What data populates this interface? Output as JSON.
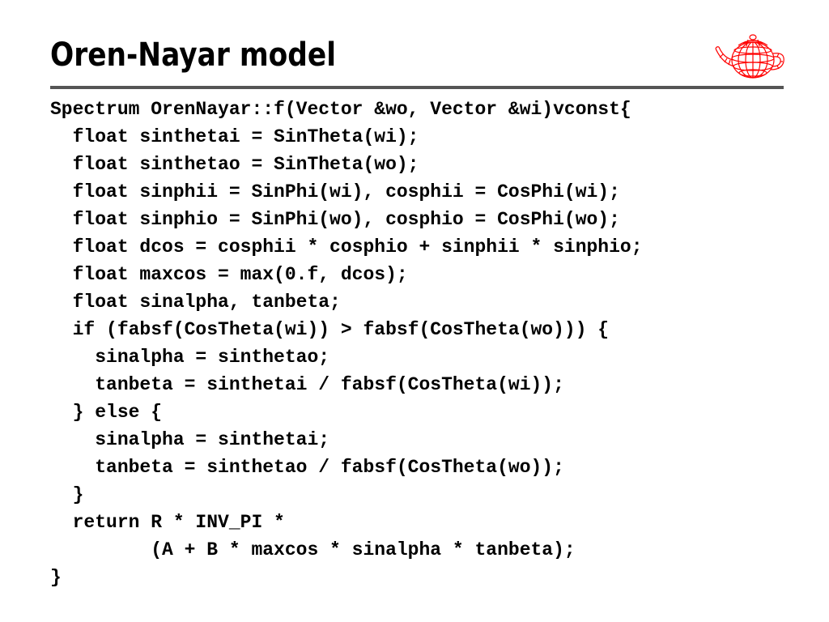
{
  "slide": {
    "title": "Oren-Nayar model",
    "logo_icon": "wireframe-teapot-icon",
    "accent_color": "#ff0000",
    "rule_color": "#555555"
  },
  "code": {
    "lines": [
      "Spectrum OrenNayar::f(Vector &wo, Vector &wi)vconst{",
      "  float sinthetai = SinTheta(wi);",
      "  float sinthetao = SinTheta(wo);",
      "  float sinphii = SinPhi(wi), cosphii = CosPhi(wi);",
      "  float sinphio = SinPhi(wo), cosphio = CosPhi(wo);",
      "  float dcos = cosphii * cosphio + sinphii * sinphio;",
      "  float maxcos = max(0.f, dcos);",
      "  float sinalpha, tanbeta;",
      "  if (fabsf(CosTheta(wi)) > fabsf(CosTheta(wo))) {",
      "    sinalpha = sinthetao;",
      "    tanbeta = sinthetai / fabsf(CosTheta(wi));",
      "  } else {",
      "    sinalpha = sinthetai;",
      "    tanbeta = sinthetao / fabsf(CosTheta(wo));",
      "  }",
      "  return R * INV_PI *",
      "         (A + B * maxcos * sinalpha * tanbeta);",
      "}"
    ]
  }
}
